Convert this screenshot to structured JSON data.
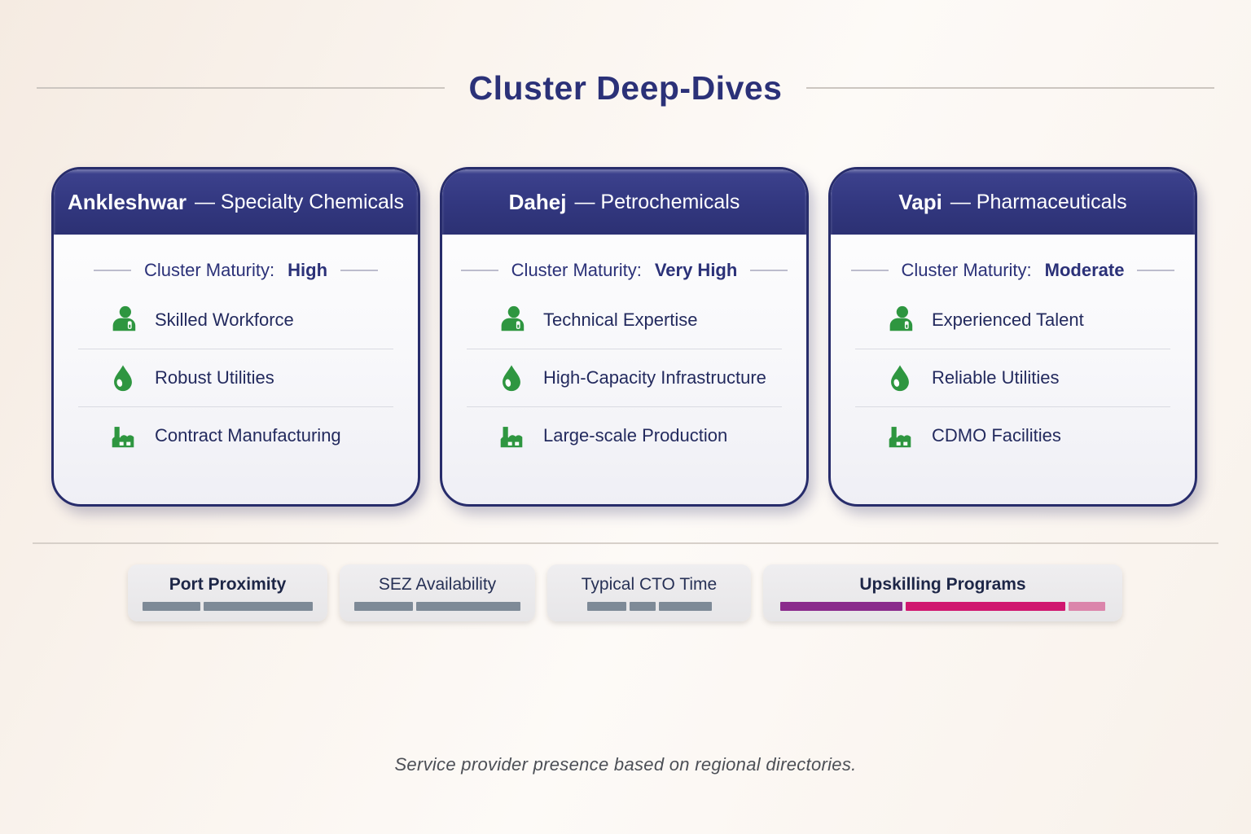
{
  "page": {
    "title": "Cluster Deep-Dives",
    "footer_note": "Service provider presence based on regional directories."
  },
  "colors": {
    "title_navy": "#2b3178",
    "header_navy": "#32377f",
    "card_border_navy": "#272c6b",
    "feature_green": "#2e9640",
    "bar_gray": "#7e8a97",
    "bar_purple": "#8a2b8c",
    "bar_magenta": "#d0176f",
    "bar_pink": "#db85ab",
    "background_cream": "#f8f1ea"
  },
  "cards": [
    {
      "city": "Ankleshwar",
      "sector": "— Specialty Chemicals",
      "maturity_label": "Cluster Maturity:",
      "maturity_value": "High",
      "features": [
        {
          "icon": "worker-icon",
          "label": "Skilled Workforce"
        },
        {
          "icon": "droplet-icon",
          "label": "Robust Utilities"
        },
        {
          "icon": "factory-icon",
          "label": "Contract Manufacturing"
        }
      ]
    },
    {
      "city": "Dahej",
      "sector": "— Petrochemicals",
      "maturity_label": "Cluster Maturity:",
      "maturity_value": "Very High",
      "features": [
        {
          "icon": "worker-icon",
          "label": "Technical Expertise"
        },
        {
          "icon": "droplet-icon",
          "label": "High-Capacity Infrastructure"
        },
        {
          "icon": "factory-icon",
          "label": "Large-scale Production"
        }
      ]
    },
    {
      "city": "Vapi",
      "sector": "— Pharmaceuticals",
      "maturity_label": "Cluster Maturity:",
      "maturity_value": "Moderate",
      "features": [
        {
          "icon": "worker-icon",
          "label": "Experienced Talent"
        },
        {
          "icon": "droplet-icon",
          "label": "Reliable Utilities"
        },
        {
          "icon": "factory-icon",
          "label": "CDMO Facilities"
        }
      ]
    }
  ],
  "chips": [
    {
      "label": "Port Proximity",
      "segments": [
        {
          "w": 72,
          "color": "#7e8a97"
        },
        {
          "w": 135,
          "color": "#7e8a97"
        }
      ]
    },
    {
      "label": "SEZ Availability",
      "segments": [
        {
          "w": 73,
          "color": "#7e8a97"
        },
        {
          "w": 131,
          "color": "#7e8a97"
        }
      ]
    },
    {
      "label": "Typical CTO Time",
      "segments": [
        {
          "w": 48,
          "color": "#7e8a97"
        },
        {
          "w": 32,
          "color": "#7e8a97"
        },
        {
          "w": 65,
          "color": "#7e8a97"
        }
      ]
    },
    {
      "label": "Upskilling Programs",
      "segments": [
        {
          "w": 150,
          "color": "#8a2b8c"
        },
        {
          "w": 196,
          "color": "#d0176f"
        },
        {
          "w": 45,
          "color": "#db85ab"
        }
      ]
    }
  ]
}
